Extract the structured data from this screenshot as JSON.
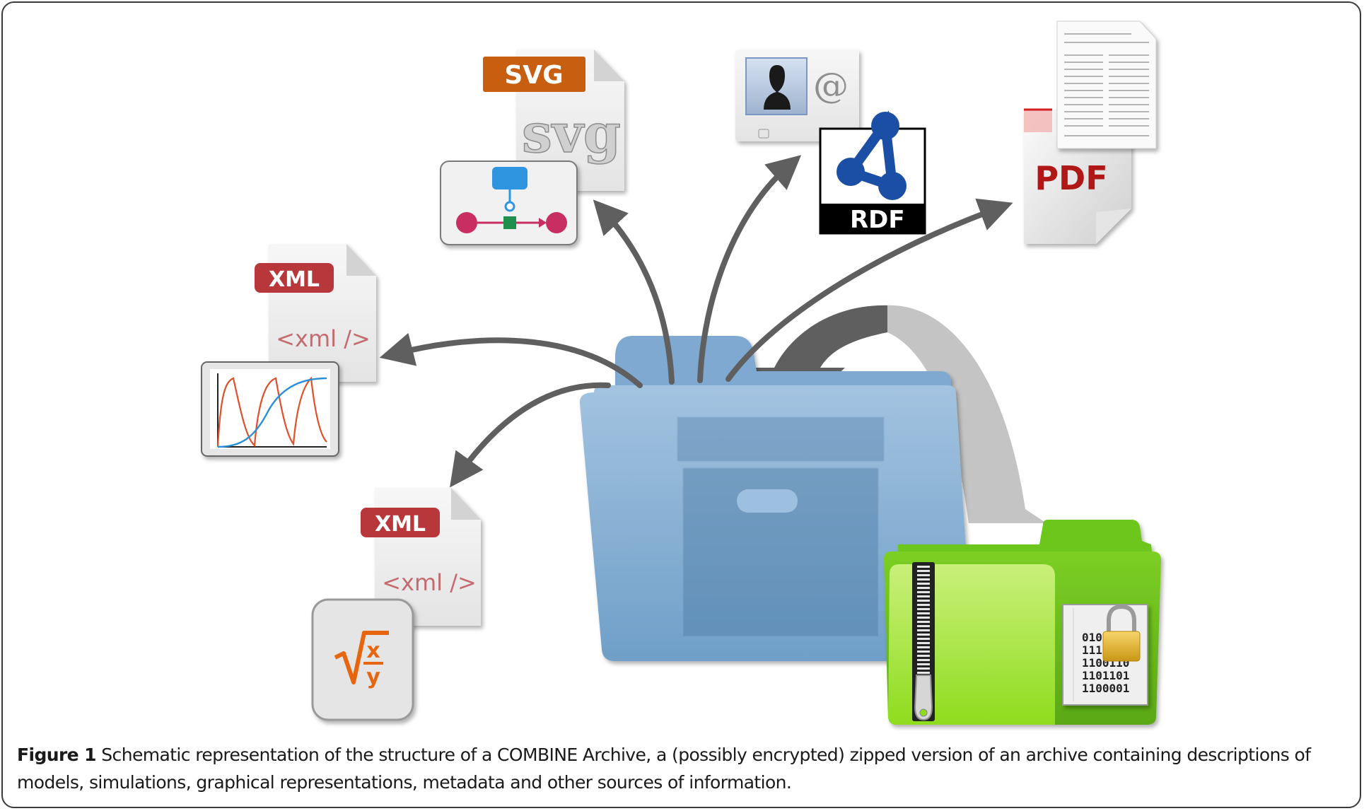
{
  "caption": {
    "label": "Figure 1",
    "text": " Schematic representation of the structure of a COMBINE Archive, a (possibly encrypted) zipped version of an archive containing descriptions of models, simulations, graphical representations, metadata and other sources of information."
  },
  "nodes": {
    "svg_file": {
      "badge": "SVG",
      "glyph": "svg",
      "badge_color": "#c85f10"
    },
    "metadata": {
      "at_symbol": "@",
      "rdf_label": "RDF",
      "rdf_color": "#1b4fa6"
    },
    "pdf_file": {
      "label": "PDF",
      "color": "#b01818"
    },
    "sim_xml": {
      "badge": "XML",
      "tag": "<xml />",
      "badge_color": "#b8373a"
    },
    "model_xml": {
      "badge": "XML",
      "tag": "<xml />",
      "badge_color": "#b8373a"
    },
    "math_formula": {
      "numerator": "x",
      "denominator": "y"
    },
    "archive": {
      "color": "#7aa9d1"
    },
    "zip_archive": {
      "color": "#7fd22a",
      "binary_lines": [
        "010",
        "111",
        "1100110",
        "1101101",
        "1100001"
      ]
    }
  },
  "colors": {
    "arrow": "#5f5f5f",
    "frame": "#3a3a3a",
    "plot_red": "#e0502a",
    "plot_blue": "#2a8fd8",
    "sbgn_blue": "#2f95e0",
    "sbgn_pink": "#c92e62",
    "sbgn_green": "#1f8f4e"
  }
}
